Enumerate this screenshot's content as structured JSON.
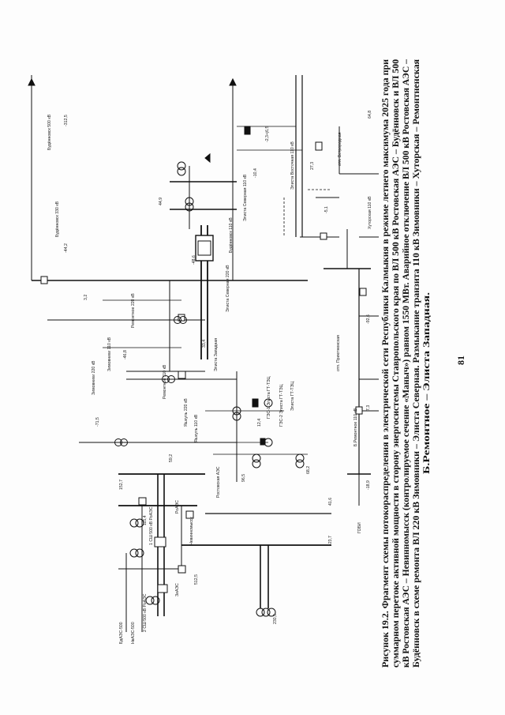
{
  "caption": {
    "lines": [
      "Рисунок 19.2. Фрагмент схемы потокораспределения в электрической сети Республики Калмыкия в режиме летнего максимума 2025 года при",
      "суммарном перетоке активной мощности в сторону энергосистемы Ставропольского края по ВЛ 500 кВ Ростовская АЭС – Будённовск и ВЛ 500",
      "кВ Ростовская АЭС – Невинномысск (контролируемое сечение «Маныч») равном 1550 МВт. Аварийное отключение ВЛ 500 кВ Ростовская АЭС –",
      "Будённовск в схеме ремонта ВЛ 220 кВ Зимовники – Элиста Северная. Размыкание транзита 110 кВ Зимовники – Хуторская – Ремонтненская",
      "Б.Ремонтное – Элиста Западная."
    ]
  },
  "page_number": "81",
  "labels": {
    "budennovsk_500": "Будённовск 500 кВ",
    "budennovsk_330": "Будённовск 330 кВ",
    "budennovsk_110": "Будённовск 110 кВ",
    "elista_sev_110": "Элиста Северная 110 кВ",
    "elista_sev_220": "Элиста Северная 220 кВ",
    "elista_zap": "Элиста Западная",
    "elista_vost_110": "Элиста Восточная 110 кВ",
    "zimovniki_220": "Зимовники 220 кВ",
    "zimovniki_110": "Зимовники 110 кВ",
    "remontnoe_220": "Ремонтное 220 кВ",
    "remontnoe_110": "Ремонтное 110 кВ",
    "yashkul_220": "Яшкуль 220 кВ",
    "yashkul_110": "Яшкуль 110 кВ",
    "b_remontnoe": "Б.Ремонтное 110 кВ",
    "khutorskaya": "Хуторская 110 кВ",
    "gobi": "ГОБИ",
    "otp_priyutnenskaya": "отп. Приютненская",
    "otp_vetrorodnaya": "отп. Ветрородная",
    "rostovskaya_aes": "Ростовская АЭС",
    "nevinnomyssk": "Невинномысск",
    "ges_1": "ГЭС-1 Элиста ГТ-ТЭЦ",
    "ges_2": "ГЭС-2 Элиста ГТ-ТЭЦ",
    "elista_gt_tec": "Элиста ГТ-ТЭЦ",
    "ps_rs_1": "РоАЭС",
    "ps_rs_2": "ЗиАЭС",
    "v_110_1": "1 СШ 500 кВ РоАЭС",
    "v_110_2": "2 СШ 500 кВ РоАЭС",
    "v_220_nev": "НвАЭС-500",
    "v_220_bud": "БдАЭС-500",
    "flows_a": "-312,5",
    "flows_b": "-44,2",
    "flows_c": "-2,3+j6,5",
    "flows_d": "152,7",
    "flows_e": "-46,8",
    "flows_f": "115,4",
    "flows_g": "59,2",
    "flows_h": "33,4",
    "flows_i": "-48,6",
    "flows_j": "96,5",
    "flows_k": "68,2",
    "flows_l": "12,4",
    "flows_m": "512,5",
    "flows_n": "-23,7",
    "flows_o": "41,6",
    "flows_p": "230,5",
    "flows_q": "-18,9",
    "flows_r": "7,3",
    "flows_s": "-92,6",
    "flows_t": "64,8",
    "flows_u": "-5,1",
    "flows_v": "27,3",
    "flows_w": "-10,4",
    "flows_x": "44,9",
    "flows_y": "3,2",
    "flows_z": "-71,5"
  }
}
